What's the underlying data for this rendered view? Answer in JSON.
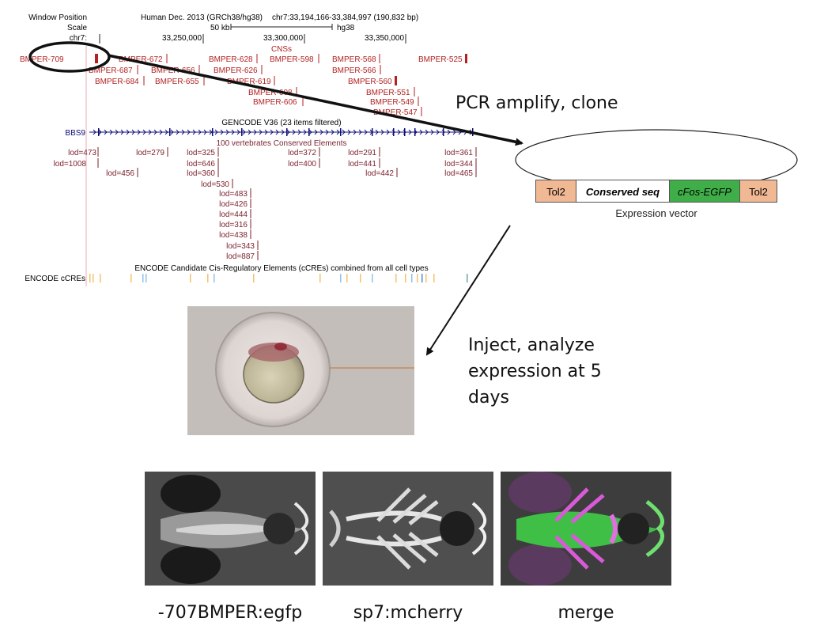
{
  "browser": {
    "labels": {
      "window_position": "Window Position",
      "scale": "Scale",
      "chr": "chr7:"
    },
    "assembly": "Human Dec. 2013 (GRCh38/hg38)",
    "position": "chr7:33,194,166-33,384,997 (190,832 bp)",
    "scale_label": "50 kb",
    "scale_assembly": "hg38",
    "coords": [
      "33,250,000",
      "33,300,000",
      "33,350,000"
    ],
    "cns_track": "CNSs",
    "cns": [
      {
        "label": "BMPER-709",
        "row": 0
      },
      {
        "label": "BMPER-672",
        "row": 0
      },
      {
        "label": "BMPER-628",
        "row": 0
      },
      {
        "label": "BMPER-598",
        "row": 0
      },
      {
        "label": "BMPER-568",
        "row": 0
      },
      {
        "label": "BMPER-525",
        "row": 0
      },
      {
        "label": "BMPER-687",
        "row": 1
      },
      {
        "label": "BMPER-656",
        "row": 1
      },
      {
        "label": "BMPER-626",
        "row": 1
      },
      {
        "label": "BMPER-566",
        "row": 1
      },
      {
        "label": "BMPER-684",
        "row": 2
      },
      {
        "label": "BMPER-655",
        "row": 2
      },
      {
        "label": "BMPER-619",
        "row": 2
      },
      {
        "label": "BMPER-560",
        "row": 2
      },
      {
        "label": "BMPER-608",
        "row": 3
      },
      {
        "label": "BMPER-551",
        "row": 3
      },
      {
        "label": "BMPER-606",
        "row": 4
      },
      {
        "label": "BMPER-549",
        "row": 4
      },
      {
        "label": "BMPER-547",
        "row": 5
      }
    ],
    "gencode_title": "GENCODE V36 (23 items filtered)",
    "gene": "BBS9",
    "conserved_title": "100 vertebrates Conserved Elements",
    "lods": [
      "lod=473",
      "lod=1008",
      "lod=279",
      "lod=456",
      "lod=325",
      "lod=646",
      "lod=360",
      "lod=530",
      "lod=483",
      "lod=426",
      "lod=444",
      "lod=316",
      "lod=438",
      "lod=343",
      "lod=887",
      "lod=372",
      "lod=400",
      "lod=291",
      "lod=441",
      "lod=442",
      "lod=361",
      "lod=344",
      "lod=465"
    ],
    "encode_title": "ENCODE Candidate Cis-Regulatory Elements (cCREs) combined from all cell types",
    "encode_label": "ENCODE cCREs"
  },
  "steps": {
    "pcr": "PCR amplify, clone",
    "inject": [
      "Inject, analyze",
      "expression at 5",
      "days"
    ]
  },
  "vector": {
    "segments": [
      {
        "label": "Tol2",
        "color": "#f1b894",
        "italic": false,
        "bold": false
      },
      {
        "label": "Conserved seq",
        "color": "#ffffff",
        "italic": true,
        "bold": true
      },
      {
        "label": "cFos-EGFP",
        "color": "#3fae49",
        "italic": true,
        "bold": false
      },
      {
        "label": "Tol2",
        "color": "#f1b894",
        "italic": false,
        "bold": false
      }
    ],
    "caption": "Expression vector"
  },
  "panels": [
    "-707BMPER:egfp",
    "sp7:mcherry",
    "merge"
  ],
  "colors": {
    "cns_red": "#b22222",
    "lod_red": "#7a1f2b",
    "gencode_blue": "#0c0c78"
  }
}
